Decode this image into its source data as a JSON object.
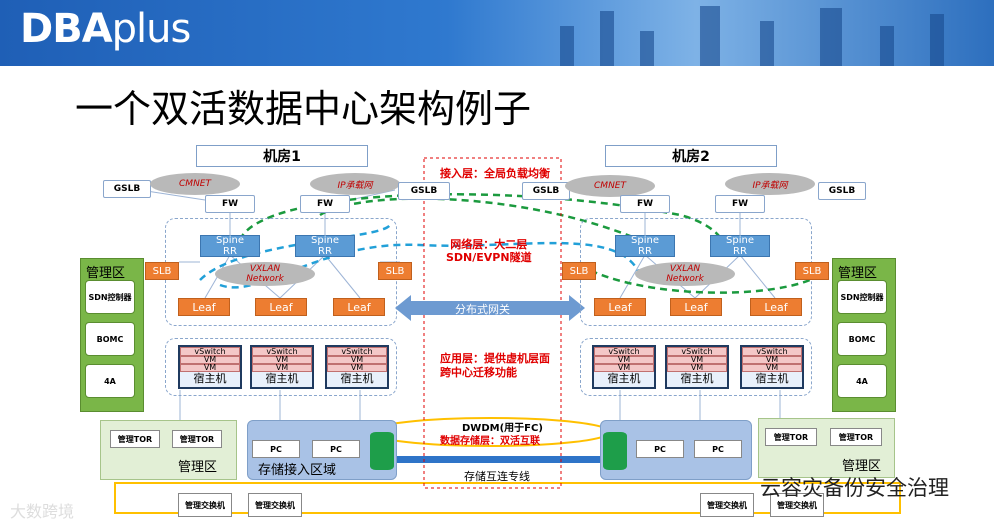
{
  "header": {
    "logo_main": "DBA",
    "logo_plus": "plus"
  },
  "slide": {
    "title": "一个双活数据中心架构例子"
  },
  "rooms": {
    "left": "机房1",
    "right": "机房2"
  },
  "left": {
    "gslb": "GSLB",
    "cloud_cmnet": "CMNET",
    "cloud_ip": "IP承载网",
    "gslb2": "GSLB",
    "fw1": "FW",
    "fw2": "FW",
    "spine1": "Spine\nRR",
    "spine2": "Spine\nRR",
    "slb1": "SLB",
    "slb2": "SLB",
    "vxlan": "VXLAN\nNetwork",
    "leaf1": "Leaf",
    "leaf2": "Leaf",
    "leaf3": "Leaf",
    "mgmt_area": "管理区",
    "sdn": "SDN控制器",
    "bomc": "BOMC",
    "fourA": "4A",
    "host_label": "宿主机",
    "vswitch": "vSwitch",
    "vm": "VM",
    "mgmt_tor1": "管理TOR",
    "mgmt_tor2": "管理TOR",
    "mgmt_zone": "管理区",
    "pc1": "PC",
    "pc2": "PC",
    "storage_zone": "存储接入区域",
    "sw1": "管理交换机",
    "sw2": "管理交换机"
  },
  "right": {
    "gslb": "GSLB",
    "cloud_cmnet": "CMNET",
    "cloud_ip": "IP承载网",
    "gslb_r": "GSLB",
    "fw1": "FW",
    "fw2": "FW",
    "spine1": "Spine\nRR",
    "spine2": "Spine\nRR",
    "slb1": "SLB",
    "slb2": "SLB",
    "vxlan": "VXLAN\nNetwork",
    "leaf1": "Leaf",
    "leaf2": "Leaf",
    "leaf3": "Leaf",
    "mgmt_area": "管理区",
    "sdn": "SDN控制器",
    "bomc": "BOMC",
    "fourA": "4A",
    "host_label": "宿主机",
    "mgmt_tor1": "管理TOR",
    "mgmt_tor2": "管理TOR",
    "mgmt_zone": "管理区",
    "pc1": "PC",
    "pc2": "PC",
    "sw1": "管理交换机",
    "sw2": "管理交换机"
  },
  "middle": {
    "access": "接入层：全局负载均衡",
    "network": "网络层：大二层\nSDN/EVPN隧道",
    "gateway": "分布式网关",
    "app": "应用层：提供虚机层面\n跨中心迁移功能",
    "dwdm": "DWDM(用于FC)",
    "storage": "数据存储层：双活互联",
    "link": "存储互连专线"
  },
  "watermarks": {
    "left": "大数跨境",
    "right": "云容灾备份安全治理"
  },
  "colors": {
    "brand": "#2f79cf",
    "orange": "#ed7d31",
    "spine": "#5b9bd5",
    "green": "#7ab648",
    "red": "#e00000"
  }
}
